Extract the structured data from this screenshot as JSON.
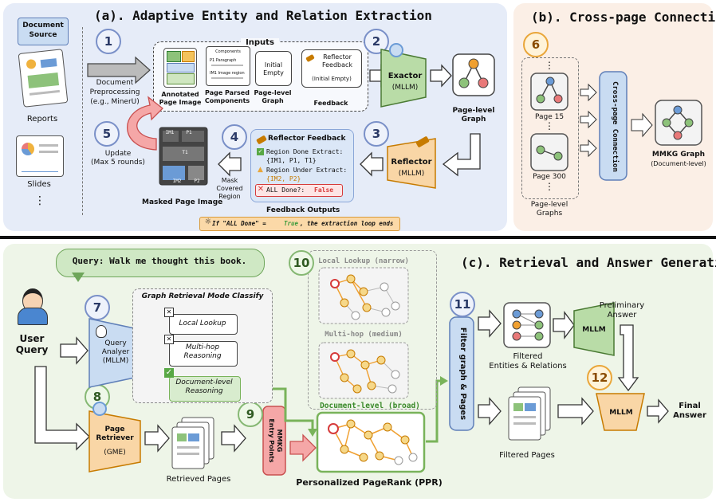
{
  "panel_a": {
    "title": "(a). Adaptive Entity and Relation Extraction",
    "doc_source": "Document\nSource",
    "reports": "Reports",
    "slides": "Slides",
    "preprocessing": "Document\nPreprocessing\n(e.g., MinerU)",
    "inputs_title": "Inputs",
    "annotated_page": "Annotated\nPage Image",
    "parsed_components": "Page Parsed\nComponents",
    "page_graph": "Page-level\nGraph",
    "feedback": "Feedback",
    "initial_empty": "Initial\nEmpty",
    "reflector_feedback_small": "Reflector\nFeedback",
    "initial_empty_paren": "(Initial Empty)",
    "components": "Components",
    "comp_p1": "P1 Paragraph",
    "comp_im1": "IM1 Image region",
    "exactor": "Exactor",
    "exactor_mllm": "(MLLM)",
    "page_level_graph": "Page-level\nGraph",
    "reflector": "Reflector",
    "reflector_mllm": "(MLLM)",
    "fb_title": "Reflector Feedback",
    "fb_done": "Region Done Extract:",
    "fb_done_val": "{IM1, P1, T1}",
    "fb_under": "Region Under Extract:",
    "fb_under_val_a": "{IM2, P2}",
    "fb_all": "ALL Done?:",
    "fb_false": "False",
    "fb_outputs": "Feedback Outputs",
    "mask": "Mask\nCovered\nRegion",
    "masked_page": "Masked Page Image",
    "update": "Update\n(Max 5 rounds)",
    "loop_note_a": "If \"ALL Done\" = ",
    "loop_true": "True",
    "loop_note_b": ", the extraction loop ends",
    "steps": [
      "1",
      "2",
      "3",
      "4",
      "5"
    ],
    "mask_tags": [
      "IM1",
      "P1",
      "T1",
      "IM2",
      "P2"
    ]
  },
  "panel_b": {
    "title": "(b). Cross-page Connection",
    "step": "6",
    "page15": "Page 15",
    "page300": "Page 300",
    "page_graphs": "Page-level\nGraphs",
    "cross": "Cross-page Connection",
    "mmkg": "MMKG Graph",
    "mmkg_sub": "(Document-level)"
  },
  "panel_c": {
    "title": "(c). Retrieval and Answer Generation",
    "query_bubble": "Query: Walk me thought this book.",
    "user_query": "User\nQuery",
    "step7": "7",
    "query_analyzer": "Query\nAnalyer\n(MLLM)",
    "classify_title": "Graph Retrieval Mode Classify",
    "local_lookup": "Local Lookup",
    "multi_hop": "Multi-hop\nReasoning",
    "doc_level": "Document-level\nReasoning",
    "step8": "8",
    "page_retriever": "Page\nRetriever",
    "gme": "(GME)",
    "retrieved_pages": "Retrieved Pages",
    "step9": "9",
    "entry_points": "MMKG\nEntry Points",
    "step10": "10",
    "local_narrow": "Local Lookup (narrow)",
    "multi_medium": "Multi-hop (medium)",
    "doc_broad": "Document-level (broad)",
    "ppr": "Personalized PageRank (PPR)",
    "step11": "11",
    "filter": "Filter graph & Pages",
    "filtered_er": "Filtered\nEntities & Relations",
    "filtered_pages": "Filtered Pages",
    "mllm1": "MLLM",
    "preliminary": "Preliminary\nAnswer",
    "step12": "12",
    "mllm2": "MLLM",
    "final": "Final\nAnswer"
  },
  "colors": {
    "panel_a_bg": "#e6ecf8",
    "panel_b_bg": "#fbefe6",
    "panel_c_bg": "#eef5e8",
    "green_accent": "#79b35a",
    "blue_box": "#c9dcf2",
    "orange_box": "#f9d6a6",
    "pink_box": "#f5a7a7",
    "red": "#d63b3b"
  }
}
